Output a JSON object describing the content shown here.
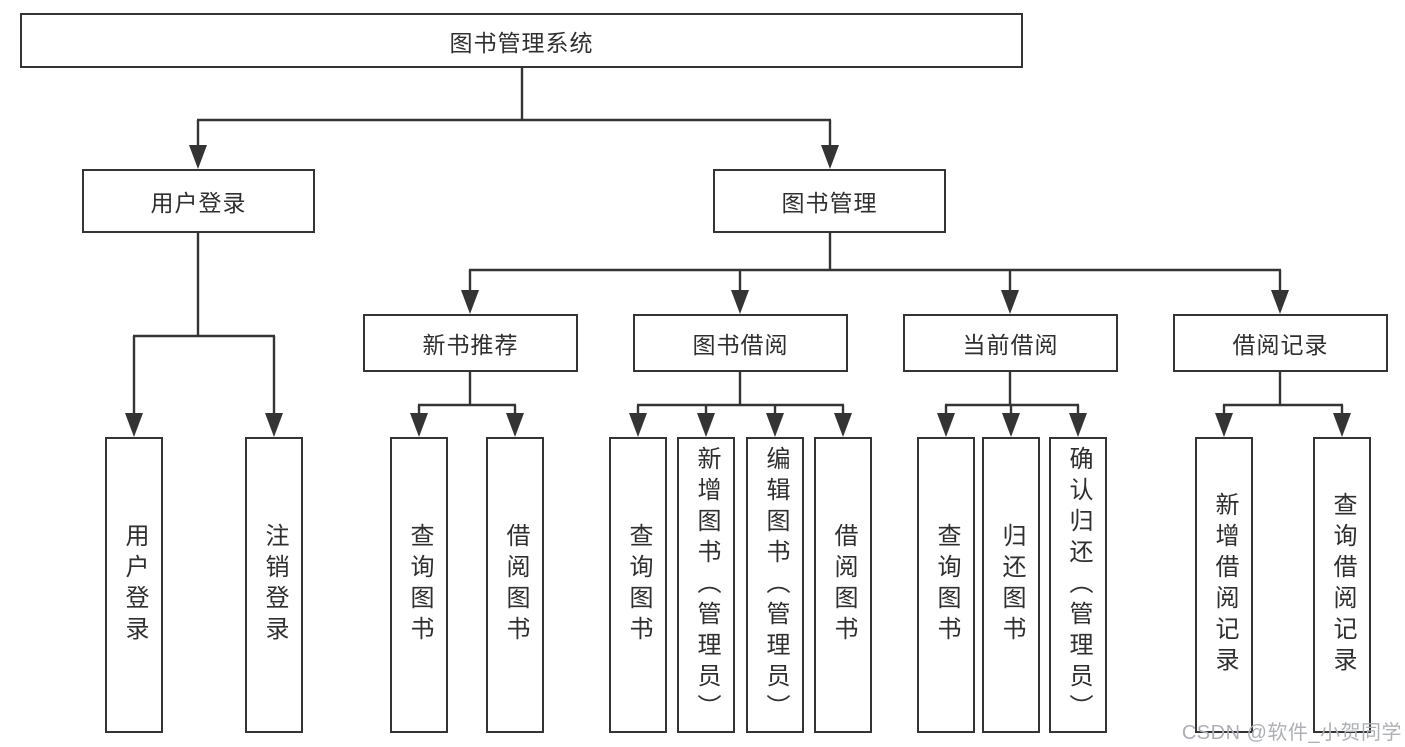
{
  "diagram": {
    "root": "图书管理系统",
    "user_login": {
      "label": "用户登录",
      "children": [
        "用户登录",
        "注销登录"
      ]
    },
    "book_management": {
      "label": "图书管理",
      "groups": [
        {
          "label": "新书推荐",
          "children": [
            "查询图书",
            "借阅图书"
          ]
        },
        {
          "label": "图书借阅",
          "children": [
            "查询图书",
            "新增图书（管理员）",
            "编辑图书（管理员）",
            "借阅图书"
          ]
        },
        {
          "label": "当前借阅",
          "children": [
            "查询图书",
            "归还图书",
            "确认归还（管理员）"
          ]
        },
        {
          "label": "借阅记录",
          "children": [
            "新增借阅记录",
            "查询借阅记录"
          ]
        }
      ]
    }
  },
  "watermark": "CSDN @软件_小贺同学",
  "colors": {
    "line": "#343434",
    "text": "#2f2f2f",
    "watermark": "#adb0b5",
    "background": "#ffffff"
  }
}
